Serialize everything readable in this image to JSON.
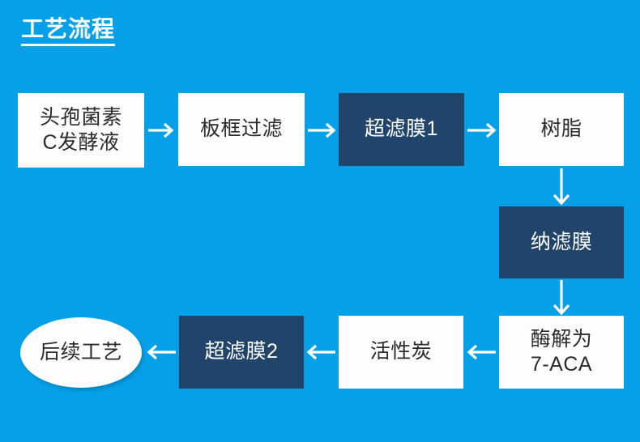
{
  "page": {
    "background_color": "#05a0e8",
    "node_light_color": "#fdfdfd",
    "node_dark_color": "#21456a",
    "arrow_color": "#ffffff",
    "text_dark_color": "#2b2b2b",
    "text_light_color": "#ffffff"
  },
  "header": {
    "title": "工艺流程"
  },
  "flow": {
    "nodes": [
      {
        "id": "n1",
        "label": "头孢菌素\nC发酵液",
        "style": "light",
        "shape": "rect"
      },
      {
        "id": "n2",
        "label": "板框过滤",
        "style": "light",
        "shape": "rect"
      },
      {
        "id": "n3",
        "label": "超滤膜1",
        "style": "dark",
        "shape": "rect"
      },
      {
        "id": "n4",
        "label": "树脂",
        "style": "light",
        "shape": "rect"
      },
      {
        "id": "n5",
        "label": "纳滤膜",
        "style": "dark",
        "shape": "rect"
      },
      {
        "id": "n6",
        "label": "酶解为\n7-ACA",
        "style": "light",
        "shape": "rect"
      },
      {
        "id": "n7",
        "label": "活性炭",
        "style": "light",
        "shape": "rect"
      },
      {
        "id": "n8",
        "label": "超滤膜2",
        "style": "dark",
        "shape": "rect"
      },
      {
        "id": "n9",
        "label": "后续工艺",
        "style": "light",
        "shape": "ellipse"
      }
    ],
    "edges": [
      {
        "from": "n1",
        "to": "n2",
        "direction": "right"
      },
      {
        "from": "n2",
        "to": "n3",
        "direction": "right"
      },
      {
        "from": "n3",
        "to": "n4",
        "direction": "right"
      },
      {
        "from": "n4",
        "to": "n5",
        "direction": "down"
      },
      {
        "from": "n5",
        "to": "n6",
        "direction": "down"
      },
      {
        "from": "n6",
        "to": "n7",
        "direction": "left"
      },
      {
        "from": "n7",
        "to": "n8",
        "direction": "left"
      },
      {
        "from": "n8",
        "to": "n9",
        "direction": "left"
      }
    ]
  }
}
